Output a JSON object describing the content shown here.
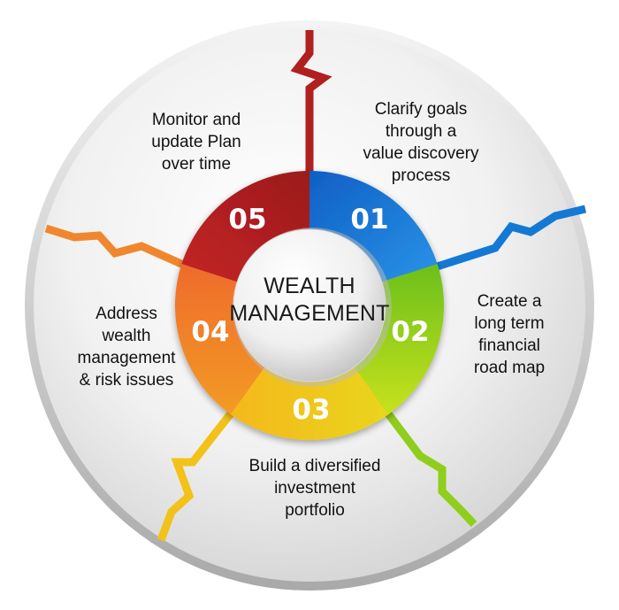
{
  "center": {
    "line1": "WEALTH",
    "line2": "MANAGEMENT"
  },
  "steps": [
    {
      "number": "01",
      "lines": [
        "Clarify goals",
        "through a",
        "value discovery",
        "process"
      ],
      "color": "#1479d4"
    },
    {
      "number": "02",
      "lines": [
        "Create a",
        "long term",
        "financial",
        "road map"
      ],
      "color": "#8fce1c"
    },
    {
      "number": "03",
      "lines": [
        "Build a diversified",
        "investment",
        "portfolio"
      ],
      "color": "#f2c21a"
    },
    {
      "number": "04",
      "lines": [
        "Address",
        "wealth",
        "management",
        "& risk issues"
      ],
      "color": "#f0872e"
    },
    {
      "number": "05",
      "lines": [
        "Monitor and",
        "update Plan",
        "over time"
      ],
      "color": "#b0201f"
    }
  ]
}
